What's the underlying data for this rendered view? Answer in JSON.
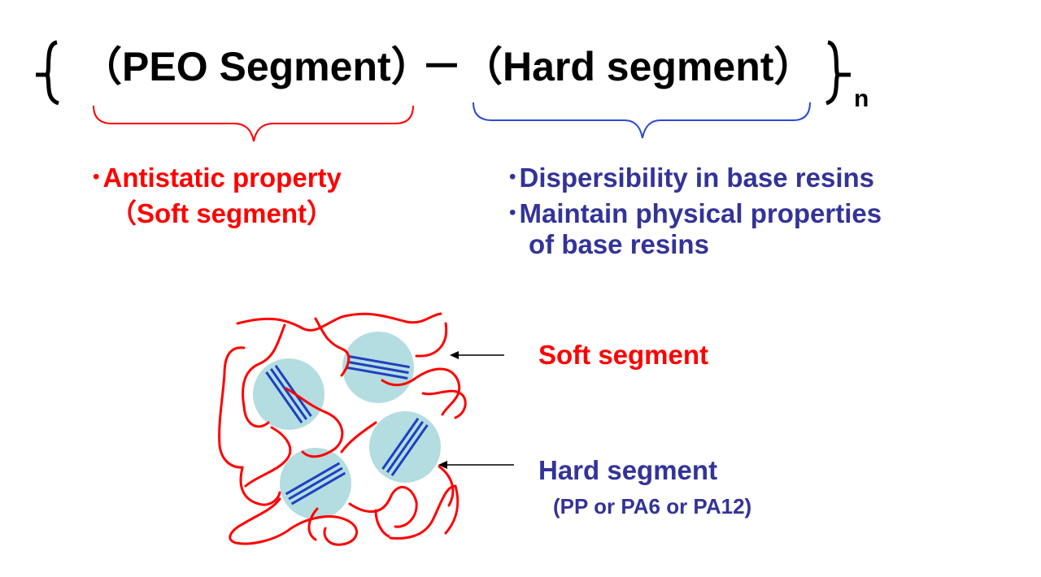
{
  "formula": {
    "soft_part": "（PEO Segment）",
    "link": "－",
    "hard_part": "（Hard segment）",
    "repeat_subscript": "n"
  },
  "soft_properties": {
    "color": "#ff0000",
    "lines": [
      "･Antistatic property",
      "（Soft segment）"
    ]
  },
  "hard_properties": {
    "color": "#333399",
    "lines": [
      "･Dispersibility in base resins",
      "･Maintain physical properties",
      "of base resins"
    ]
  },
  "diagram": {
    "chain_color": "#ff0000",
    "domain_color": "#b3dde0",
    "domain_line_color": "#1f3fbf",
    "soft_label": "Soft segment",
    "hard_label": "Hard segment",
    "hard_note": "(PP or PA6 or PA12)"
  }
}
